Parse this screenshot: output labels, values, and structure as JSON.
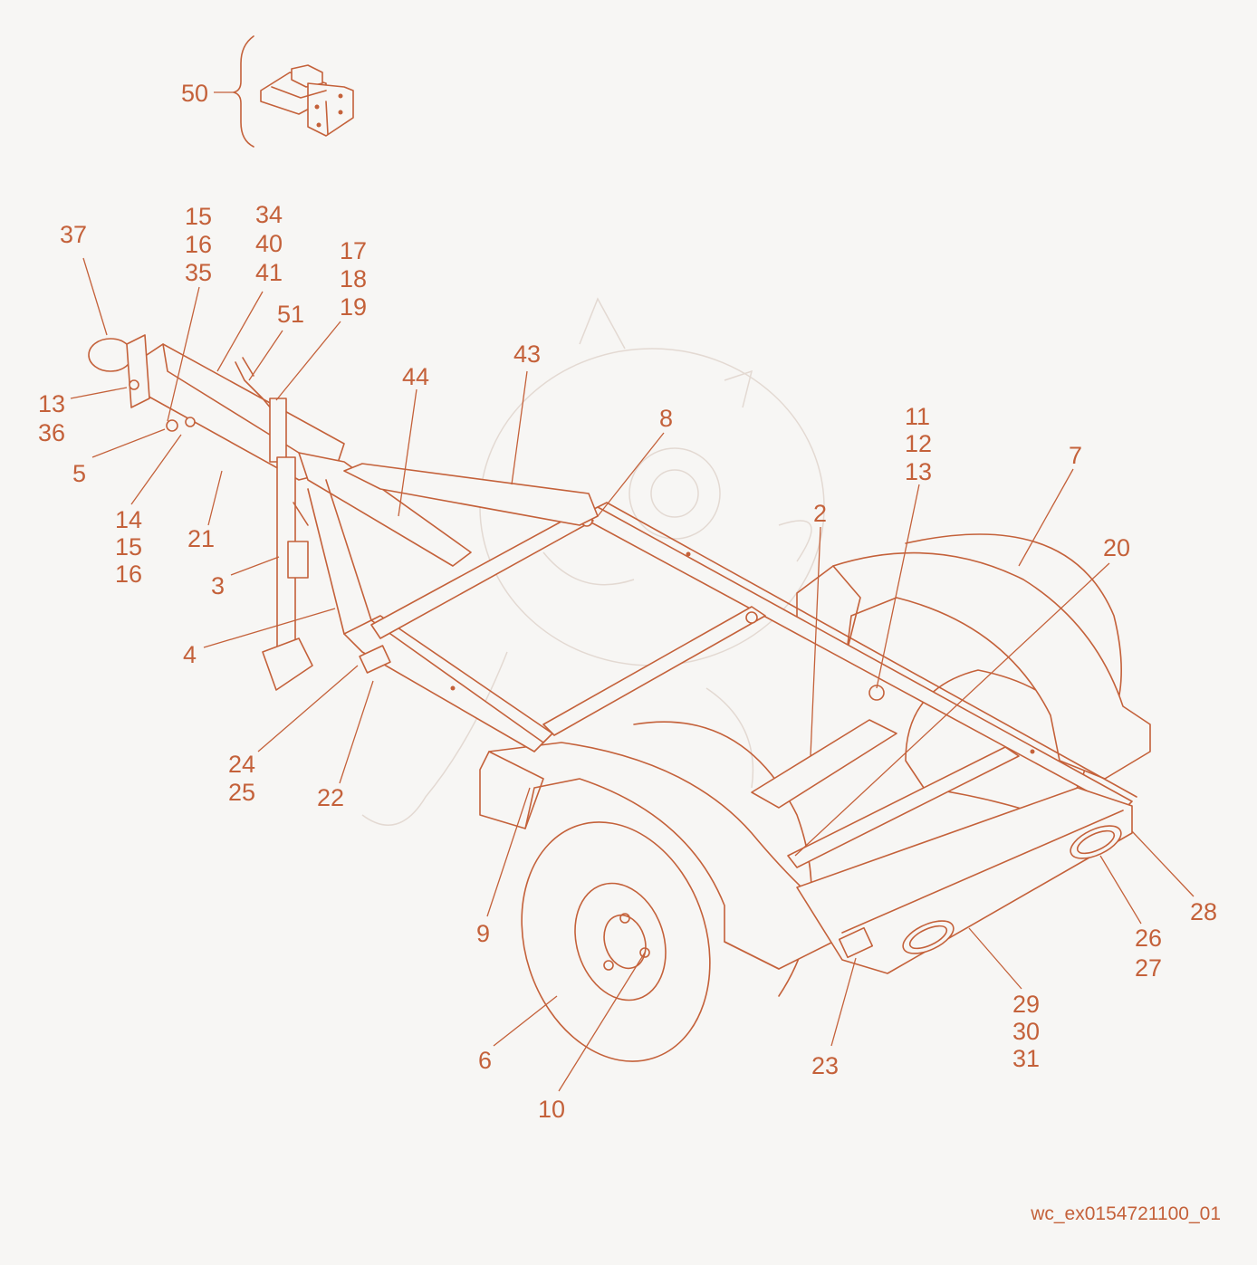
{
  "drawing_id": "wc_ex0154721100_01",
  "callouts": {
    "c50": "50",
    "c37": "37",
    "c15a": "15",
    "c16a": "16",
    "c35": "35",
    "c34": "34",
    "c40": "40",
    "c41": "41",
    "c17": "17",
    "c18": "18",
    "c19": "19",
    "c51": "51",
    "c13a": "13",
    "c36": "36",
    "c5": "5",
    "c14": "14",
    "c15b": "15",
    "c16b": "16",
    "c21": "21",
    "c3": "3",
    "c4": "4",
    "c44": "44",
    "c43": "43",
    "c8": "8",
    "c11": "11",
    "c12": "12",
    "c13b": "13",
    "c7": "7",
    "c2": "2",
    "c20": "20",
    "c24": "24",
    "c25": "25",
    "c22": "22",
    "c9": "9",
    "c6": "6",
    "c10": "10",
    "c23": "23",
    "c28": "28",
    "c26": "26",
    "c27": "27",
    "c29": "29",
    "c30": "30",
    "c31": "31"
  }
}
